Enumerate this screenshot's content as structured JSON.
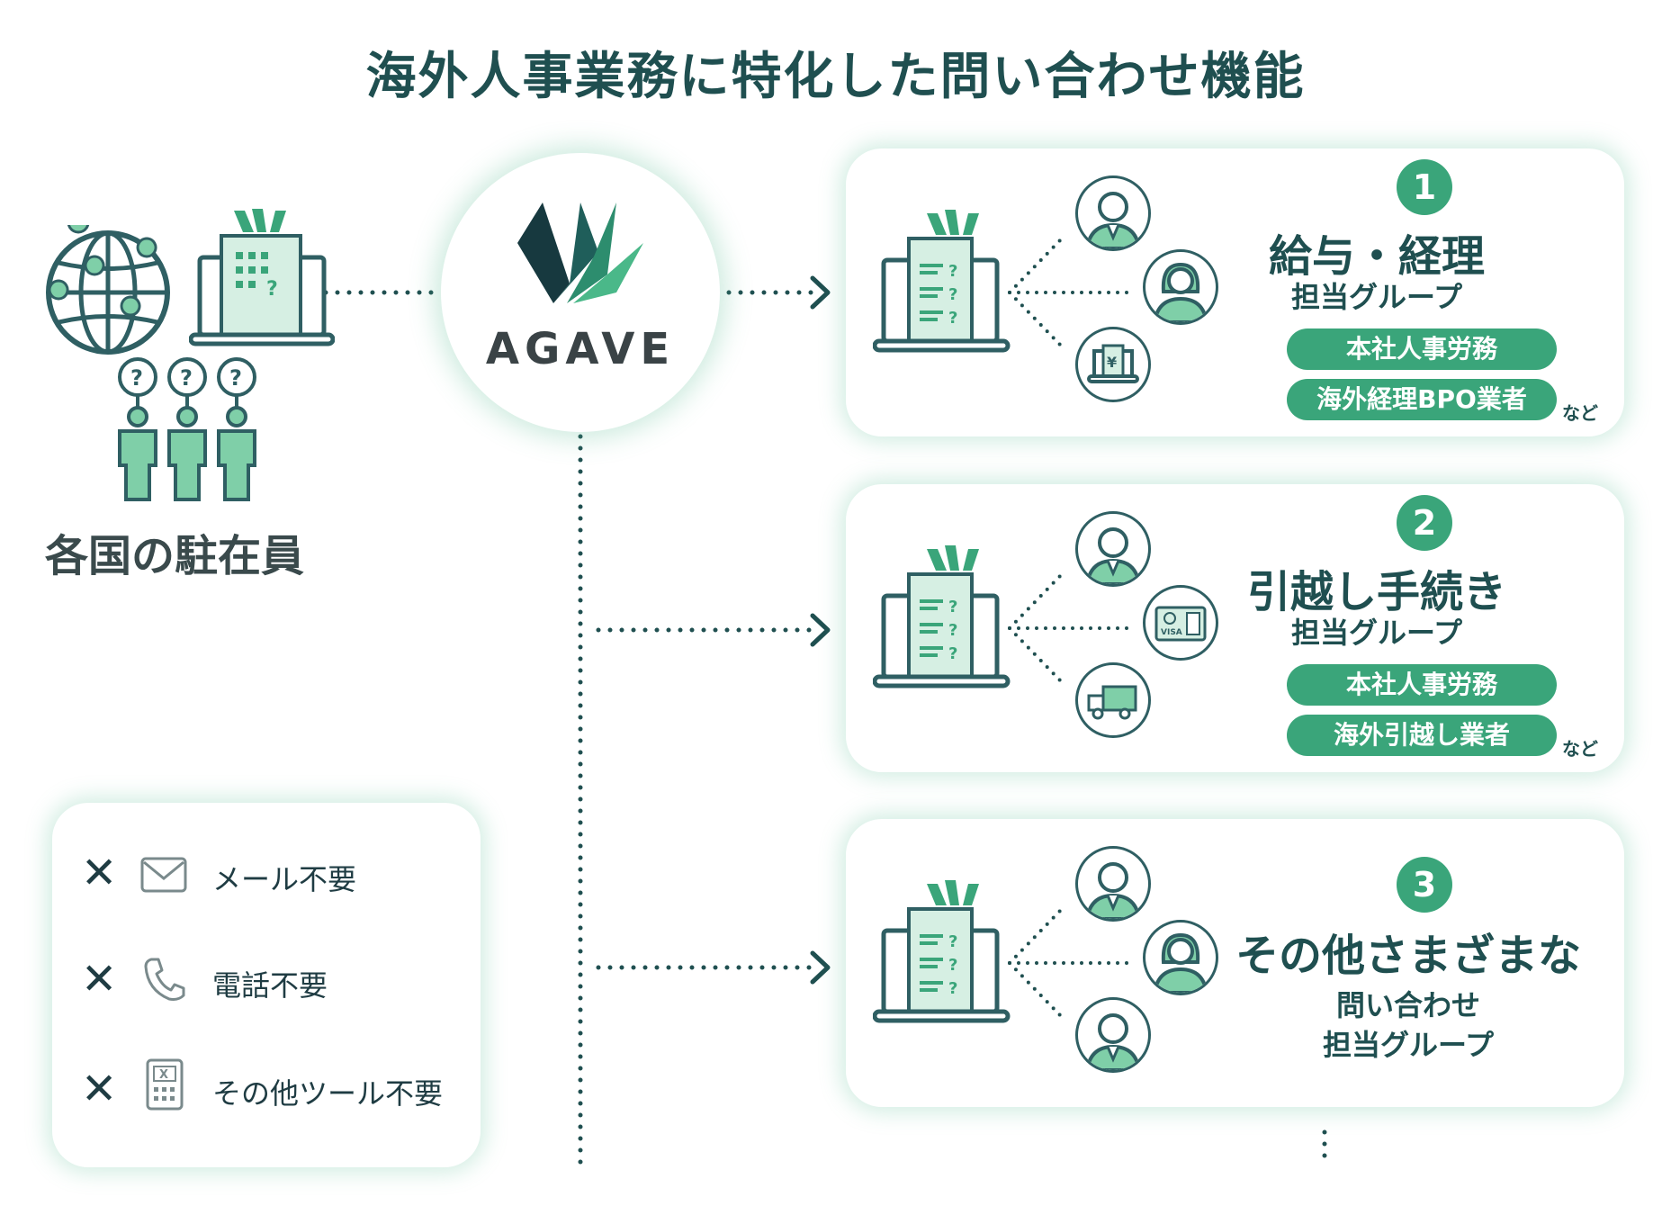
{
  "title": "海外人事業務に特化した問い合わせ機能",
  "left": {
    "label": "各国の駐在員"
  },
  "logo": {
    "text": "AGAVE"
  },
  "colors": {
    "accent": "#3aa57a",
    "dark": "#1f4f50",
    "light": "#d6efe3"
  },
  "groups": [
    {
      "number": "1",
      "title": "給与・経理",
      "subtitle": "担当グループ",
      "tags": [
        "本社人事労務",
        "海外経理BPO業者"
      ],
      "suffix": "など",
      "icons": [
        "person-icon",
        "person-female-icon",
        "yen-laptop-icon"
      ]
    },
    {
      "number": "2",
      "title": "引越し手続き",
      "subtitle": "担当グループ",
      "tags": [
        "本社人事労務",
        "海外引越し業者"
      ],
      "suffix": "など",
      "icons": [
        "person-icon",
        "visa-card-icon",
        "truck-icon"
      ]
    },
    {
      "number": "3",
      "title": "その他さまざまな",
      "subtitle_line1": "問い合わせ",
      "subtitle_line2": "担当グループ",
      "icons": [
        "person-icon",
        "person-female-icon",
        "person-icon"
      ]
    }
  ],
  "legend": [
    {
      "icon": "mail-icon",
      "label": "メール不要"
    },
    {
      "icon": "phone-icon",
      "label": "電話不要"
    },
    {
      "icon": "calculator-icon",
      "label": "その他ツール不要"
    }
  ]
}
